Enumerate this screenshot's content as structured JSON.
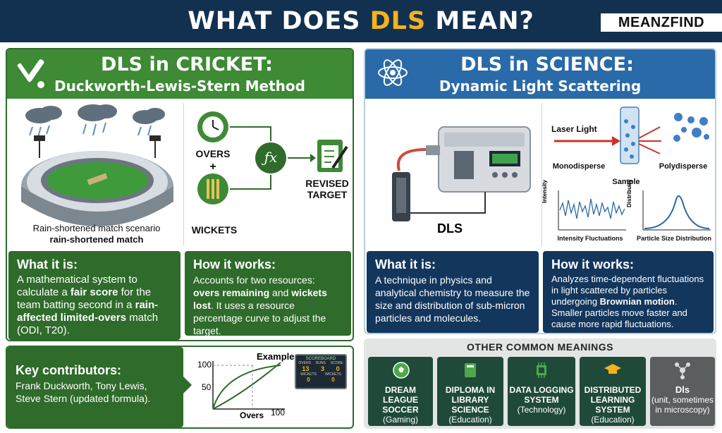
{
  "header": {
    "title_pre": "WHAT DOES ",
    "title_hl": "DLS",
    "title_post": " MEAN?",
    "brand": "MEANZFIND"
  },
  "colors": {
    "navy": "#12304f",
    "green": "#3e8a35",
    "dark_green": "#2f6b2a",
    "blue": "#2a6aa8",
    "dark_blue": "#13365c",
    "gold": "#f3b21e"
  },
  "cricket": {
    "title": "DLS in CRICKET:",
    "subtitle": "Duckworth-Lewis-Stern Method",
    "scene_caption_1": "Rain-shortened match scenario",
    "scene_caption_2": "rain-shortened match",
    "flow": {
      "overs": "OVERS",
      "plus": "+",
      "wickets": "WICKETS",
      "fx": "ƒx",
      "revised_1": "REVISED",
      "revised_2": "TARGET"
    },
    "what": {
      "title": "What it is:",
      "t1": "A mathematical system to calculate a ",
      "b1": "fair score",
      "t2": " for the team batting second in a ",
      "b2": "rain-affected limited-overs",
      "t3": " match (ODI, T20)."
    },
    "how": {
      "title": "How it works:",
      "t1": "Accounts for two resources: ",
      "b1": "overs remaining",
      "t2": " and ",
      "b2": "wickets lost",
      "t3": ". It uses a resource percentage curve to adjust the target."
    },
    "contrib": {
      "title": "Key contributors:",
      "body": "Frank Duckworth, Tony Lewis, Steve Stern (updated formula)."
    },
    "example": {
      "label": "Example",
      "y_top": "100",
      "y_mid": "50",
      "x_label": "Overs",
      "x_max": "100",
      "scoreboard": {
        "title": "SCOREBOARD",
        "c1": "OVERS",
        "c2": "RUNS",
        "c3": "SCORE",
        "v1": "13",
        "v2": "3",
        "v3": "0",
        "c4": "WICKETS",
        "c5": "WICKETS",
        "v4": "0",
        "v5": "0"
      }
    }
  },
  "science": {
    "title": "DLS in SCIENCE:",
    "subtitle": "Dynamic Light Scattering",
    "device_label": "DLS",
    "laser": "Laser Light",
    "mono": "Monodisperse",
    "poly": "Polydisperse",
    "sample": "Sample",
    "intensity_axis": "Intensity",
    "intensity_caption": "Intensity Fluctuations",
    "dist_axis": "Distribuity",
    "dist_caption": "Particle Size Distribution",
    "what": {
      "title": "What it is:",
      "body": "A technique in physics and analytical chemistry to measure the size and distribution of sub-micron particles and molecules."
    },
    "how": {
      "title": "How it works:",
      "t1": "Analyzes time-dependent fluctuations in light scattered by particles undergoing ",
      "b1": "Brownian motion",
      "t2": ". Smaller particles move faster and cause more rapid fluctuations."
    }
  },
  "other": {
    "title": "OTHER COMMON MEANINGS",
    "cards": [
      {
        "title": "DREAM LEAGUE SOCCER",
        "sub": "(Gaming)",
        "icon": "soccer-ball-icon"
      },
      {
        "title": "DIPLOMA IN LIBRARY SCIENCE",
        "sub": "(Education)",
        "icon": "book-icon"
      },
      {
        "title": "DATA LOGGING SYSTEM",
        "sub": "(Technology)",
        "icon": "chip-icon"
      },
      {
        "title": "DISTRIBUTED LEARNING SYSTEM",
        "sub": "(Education)",
        "icon": "graduation-cap-icon"
      },
      {
        "title": "Dls",
        "sub": "(unit, sometimes in microscopy)",
        "icon": "molecule-icon"
      }
    ]
  }
}
